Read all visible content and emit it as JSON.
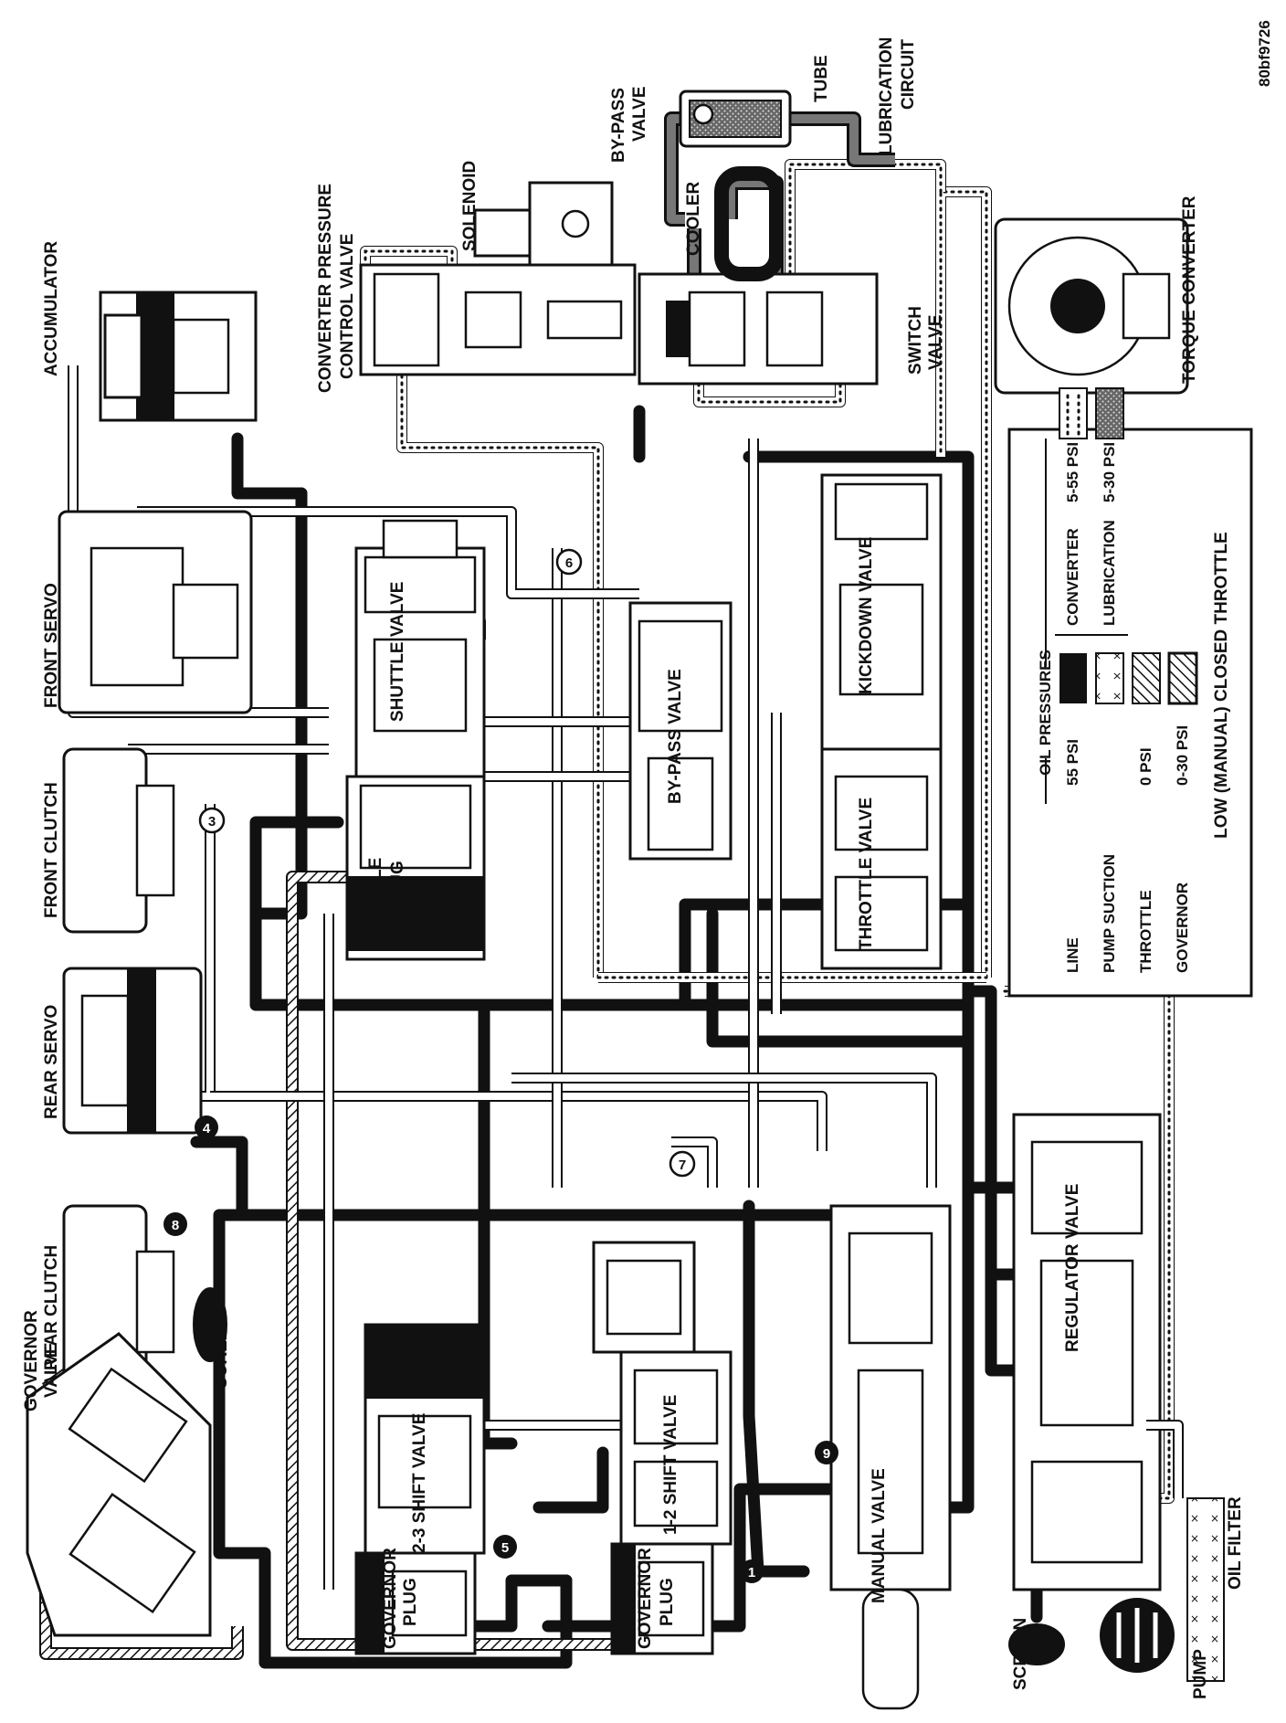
{
  "figure_id": "80bf9726",
  "title": "LOW (MANUAL) CLOSED THROTTLE",
  "components": {
    "accumulator": "ACCUMULATOR",
    "front_servo": "FRONT SERVO",
    "front_clutch": "FRONT CLUTCH",
    "rear_servo": "REAR SERVO",
    "rear_clutch": "REAR CLUTCH",
    "governor_valve_1": "GOVERNOR",
    "governor_valve_2": "VALVE",
    "screen_top": "SCREEN",
    "screen_bottom": "SCREEN",
    "converter_pressure_1": "CONVERTER PRESSURE",
    "converter_pressure_2": "CONTROL VALVE",
    "solenoid": "SOLENOID",
    "bypass_top_1": "BY-PASS",
    "bypass_top_2": "VALVE",
    "tube": "TUBE",
    "lubrication_1": "LUBRICATION",
    "lubrication_2": "CIRCUIT",
    "cooler": "COOLER",
    "switch_valve_1": "SWITCH",
    "switch_valve_2": "VALVE",
    "torque_converter": "TORQUE CONVERTER",
    "shuttle_valve": "SHUTTLE VALVE",
    "throttle_plug_1": "THROTTLE",
    "throttle_plug_2": "PLUG",
    "bypass_valve": "BY-PASS VALVE",
    "kickdown_valve": "KICKDOWN VALVE",
    "throttle_valve": "THROTTLE VALVE",
    "shift_23": "2-3 SHIFT VALVE",
    "shift_12": "1-2 SHIFT VALVE",
    "governor_plug_1": "GOVERNOR",
    "governor_plug_2": "PLUG",
    "manual_valve": "MANUAL VALVE",
    "regulator_valve": "REGULATOR VALVE",
    "pump": "PUMP",
    "oil_filter": "OIL FILTER"
  },
  "circuit_numbers": [
    "1",
    "3",
    "4",
    "5",
    "6",
    "7",
    "8",
    "9"
  ],
  "legend": {
    "heading": "OIL PRESSURES",
    "left": [
      {
        "label": "LINE",
        "value": "55 PSI",
        "pattern": "solid"
      },
      {
        "label": "PUMP SUCTION",
        "value": "",
        "pattern": "crosses"
      },
      {
        "label": "THROTTLE",
        "value": "0 PSI",
        "pattern": "hatch"
      },
      {
        "label": "GOVERNOR",
        "value": "0-30 PSI",
        "pattern": "hatch-double"
      }
    ],
    "right": [
      {
        "label": "CONVERTER",
        "value": "5-55 PSI",
        "pattern": "dotted"
      },
      {
        "label": "LUBRICATION",
        "value": "5-30 PSI",
        "pattern": "stipple"
      }
    ]
  },
  "colors": {
    "ink": "#111111",
    "paper": "#ffffff"
  }
}
